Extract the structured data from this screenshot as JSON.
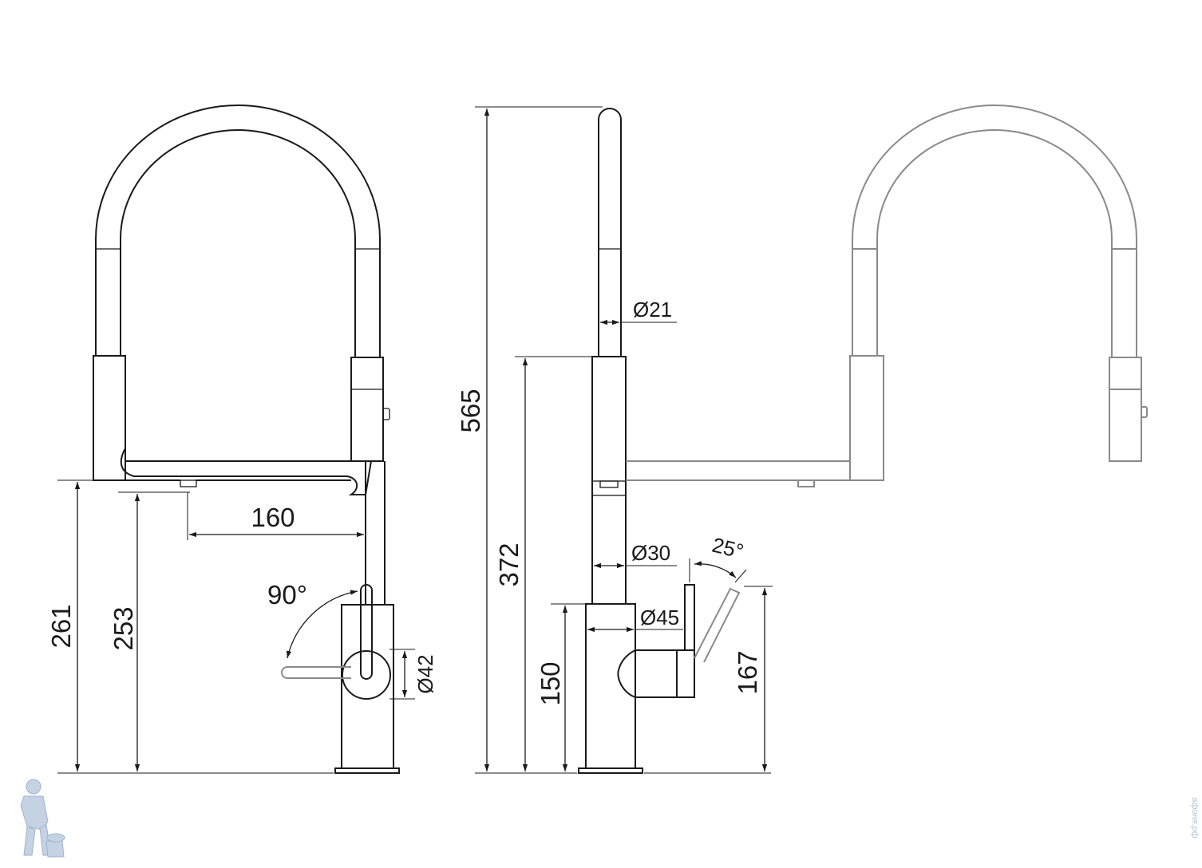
{
  "dimensions": {
    "total_height": "565",
    "spout_height": "372",
    "body_height": "150",
    "lever_height": "167",
    "outlet_height_261": "261",
    "outlet_height_253": "253",
    "reach": "160",
    "swivel_angle": "90°",
    "lever_angle": "25°",
    "hose_diameter": "Ø21",
    "spout_diameter": "Ø30",
    "body_diameter": "Ø45",
    "handle_diameter": "Ø42"
  },
  "watermark": {
    "text": "афоня.рф"
  },
  "colors": {
    "line": "#1a1a1a",
    "ghost": "#8a8a8a",
    "watermark": "#b8c3d2"
  }
}
